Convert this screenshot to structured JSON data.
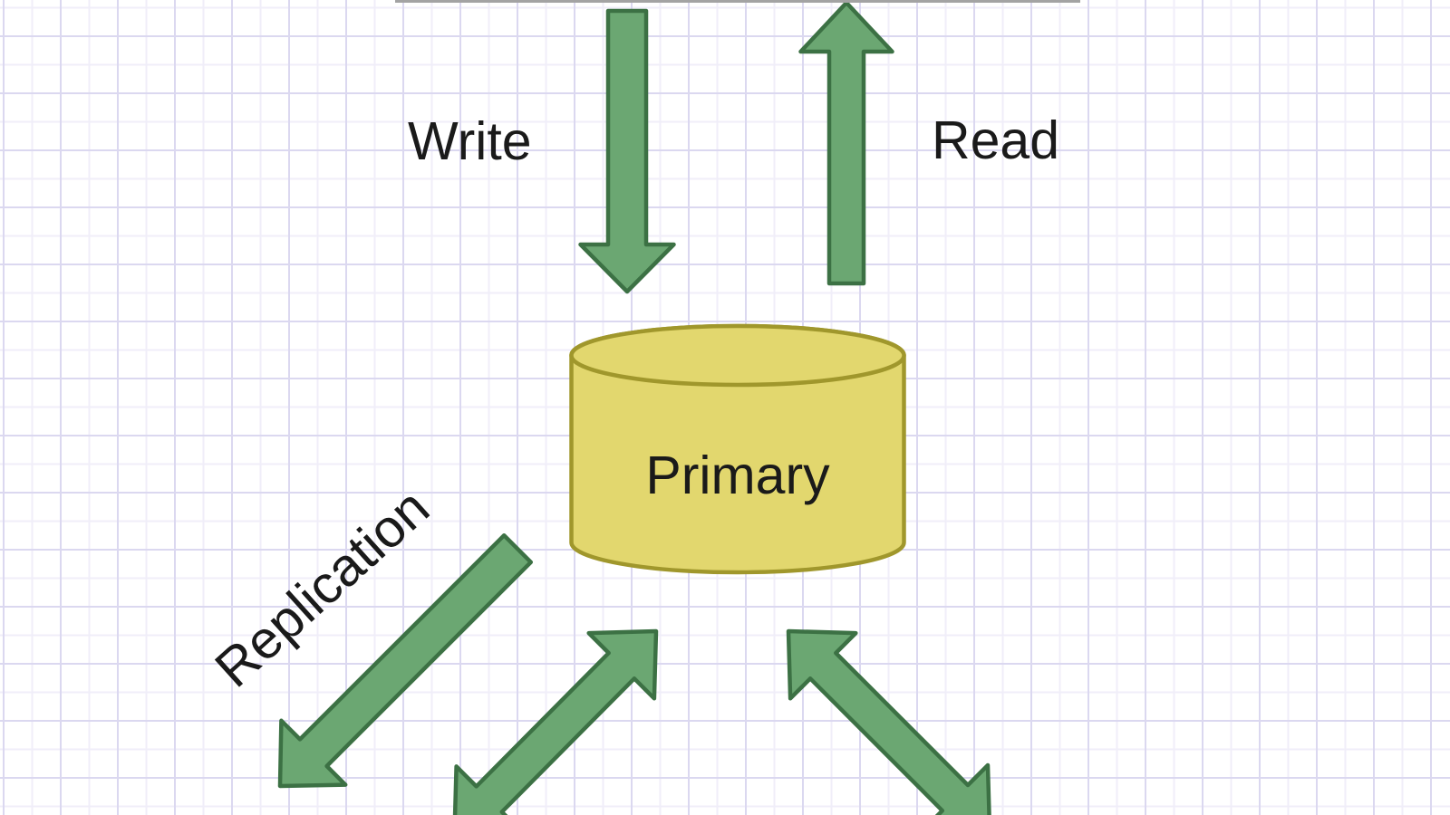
{
  "diagram": {
    "nodes": [
      {
        "id": "primary",
        "shape": "database-cylinder",
        "label": "Primary",
        "fill": "#E2D76E",
        "stroke": "#A0972C"
      }
    ],
    "edges": [
      {
        "label": "Write",
        "type": "thick-arrow",
        "direction": "down",
        "target": "primary"
      },
      {
        "label": "Read",
        "type": "thick-arrow",
        "direction": "up",
        "source": "primary"
      },
      {
        "label": "Replication",
        "type": "thick-arrow",
        "direction": "down-left",
        "source": "primary"
      },
      {
        "label": "",
        "type": "thick-arrow-double",
        "direction": "up-right-and-down-left",
        "target": "primary"
      },
      {
        "label": "",
        "type": "thick-arrow-double",
        "direction": "up-left-and-down-right",
        "target": "primary"
      }
    ],
    "colors": {
      "arrow_fill": "#6BA772",
      "arrow_stroke": "#3C7144",
      "cylinder_fill": "#E2D76E",
      "cylinder_stroke": "#A0972C",
      "label_text": "#1a1a1a",
      "canvas_background": "#ffffff",
      "grid_major_line": "#dbd8f0",
      "grid_minor_line": "#f0eef9",
      "window_edge": "#a3a3a3"
    }
  }
}
